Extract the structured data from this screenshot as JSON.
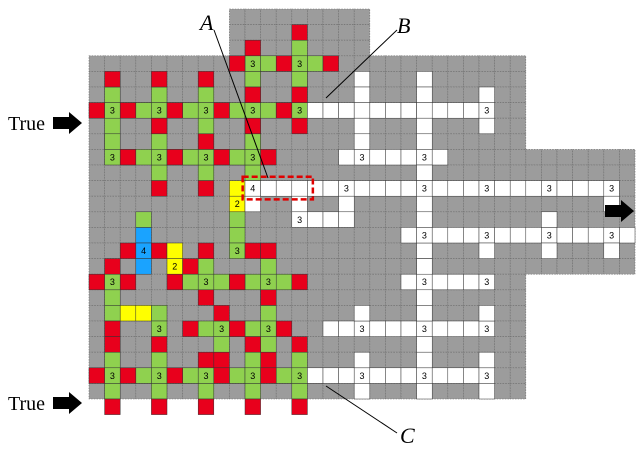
{
  "labels": {
    "true_top": "True",
    "true_bottom": "True",
    "callout_a": "A",
    "callout_b": "B",
    "callout_c": "C"
  },
  "colors": {
    "background_cell": "#9c9c9c",
    "grid_line": "#6c6c6c",
    "red": "#e8001c",
    "green": "#8fd14f",
    "yellow": "#ffff00",
    "blue": "#1aa3ff",
    "white_path": "#ffffff",
    "highlight_box": "#e00000",
    "arrow": "#000000"
  },
  "icons": {
    "input_arrow": "right-arrow-icon",
    "output_arrow": "right-arrow-icon"
  },
  "cell_labels": {
    "three": "3",
    "two": "2",
    "four": "4"
  }
}
